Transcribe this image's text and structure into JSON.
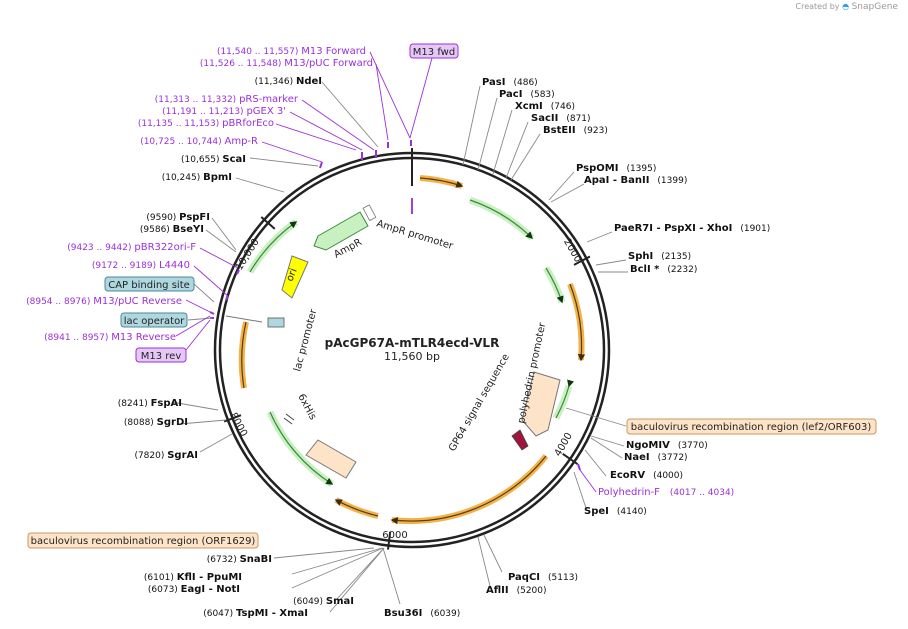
{
  "watermark": {
    "prefix": "Created by",
    "brand": "SnapGene"
  },
  "map": {
    "name": "pAcGP67A-mTLR4ecd-VLR",
    "size_label": "11,560 bp",
    "total_bp": 11560,
    "ticks": [
      {
        "bp": 2000,
        "label": "2000"
      },
      {
        "bp": 4000,
        "label": "4000"
      },
      {
        "bp": 6000,
        "label": "6000"
      },
      {
        "bp": 8000,
        "label": "8000"
      },
      {
        "bp": 10000,
        "label": "10,000"
      }
    ]
  },
  "colors": {
    "backbone": "#222222",
    "enzyme_line": "#777777",
    "primer": "#9b30d9",
    "primer_box": "#e6c8f7",
    "feature_box_peach": "#fde3c8",
    "feature_box_blue": "#aed7e0",
    "orange_arrow": "#e8a020",
    "green_arrow": "#5cb85c",
    "green_fill": "#c9f0c1",
    "ori_fill": "#ffff00",
    "peach_fill": "#fde3c8",
    "signal_fill": "#a0153e"
  },
  "enzymes": [
    {
      "name": "PasI",
      "pos": "(486)"
    },
    {
      "name": "PacI",
      "pos": "(583)"
    },
    {
      "name": "XcmI",
      "pos": "(746)"
    },
    {
      "name": "SacII",
      "pos": "(871)"
    },
    {
      "name": "BstEII",
      "pos": "(923)"
    },
    {
      "name": "PspOMI",
      "pos": "(1395)"
    },
    {
      "name": "ApaI",
      "pos": "",
      "mid": "-  BanII",
      "pos2": "(1399)"
    },
    {
      "name": "PaeR7I",
      "pos": "",
      "mid": "-  PspXI   -  XhoI",
      "pos2": "(1901)"
    },
    {
      "name": "SphI",
      "pos": "(2135)"
    },
    {
      "name": "BclI *",
      "pos": "(2232)"
    },
    {
      "name": "NgoMIV",
      "pos": "(3770)"
    },
    {
      "name": "NaeI",
      "pos": "(3772)"
    },
    {
      "name": "EcoRV",
      "pos": "(4000)"
    },
    {
      "name": "SpeI",
      "pos": "(4140)"
    },
    {
      "name": "PaqCI",
      "pos": "(5113)"
    },
    {
      "name": "AflII",
      "pos": "(5200)"
    },
    {
      "name": "Bsu36I",
      "pos": "(6039)"
    },
    {
      "name": "NdeI",
      "pos": "(11,346)"
    },
    {
      "name": "ScaI",
      "pos": "(10,655)"
    },
    {
      "name": "BpmI",
      "pos": "(10,245)"
    },
    {
      "name": "PspFI",
      "pos": "(9590)"
    },
    {
      "name": "BseYI",
      "pos": "(9586)"
    },
    {
      "name": "FspAI",
      "pos": "(8241)"
    },
    {
      "name": "SgrDI",
      "pos": "(8088)"
    },
    {
      "name": "SgrAI",
      "pos": "(7820)"
    },
    {
      "name": "SnaBI",
      "pos": "(6732)"
    },
    {
      "name": "KflI",
      "pos": "(6101)",
      "mid": "-  PpuMI"
    },
    {
      "name": "EagI",
      "pos": "(6073)",
      "mid": "-  NotI"
    },
    {
      "name": "SmaI",
      "pos": "(6049)"
    },
    {
      "name": "TspMI",
      "pos": "(6047)",
      "mid": "-  XmaI"
    }
  ],
  "primers": [
    {
      "name": "M13 Forward",
      "range": "(11,540 .. 11,557)"
    },
    {
      "name": "M13/pUC Forward",
      "range": "(11,526 .. 11,548)"
    },
    {
      "name": "pRS-marker",
      "range": "(11,313 .. 11,332)"
    },
    {
      "name": "pGEX 3'",
      "range": "(11,191 .. 11,213)"
    },
    {
      "name": "pBRforEco",
      "range": "(11,135 .. 11,153)"
    },
    {
      "name": "Amp-R",
      "range": "(10,725 .. 10,744)"
    },
    {
      "name": "pBR322ori-F",
      "range": "(9423 .. 9442)"
    },
    {
      "name": "L4440",
      "range": "(9172 .. 9189)"
    },
    {
      "name": "M13/pUC Reverse",
      "range": "(8954 .. 8976)"
    },
    {
      "name": "M13 Reverse",
      "range": "(8941 .. 8957)"
    },
    {
      "name": "Polyhedrin-F",
      "range": "(4017 .. 4034)"
    }
  ],
  "boxed_labels": {
    "m13_fwd": "M13 fwd",
    "m13_rev": "M13 rev",
    "cap_site": "CAP binding site",
    "lac_operator": "lac operator",
    "baculo_lef2": "baculovirus recombination region (lef2/ORF603)",
    "baculo_orf1629": "baculovirus recombination region (ORF1629)"
  },
  "features": {
    "ampr": "AmpR",
    "ampr_promoter": "AmpR promoter",
    "ori": "ori",
    "lac_promoter": "lac promoter",
    "his6": "6xHis",
    "polyhedrin_promoter": "polyhedrin promoter",
    "gp64_signal": "GP64 signal sequence"
  }
}
